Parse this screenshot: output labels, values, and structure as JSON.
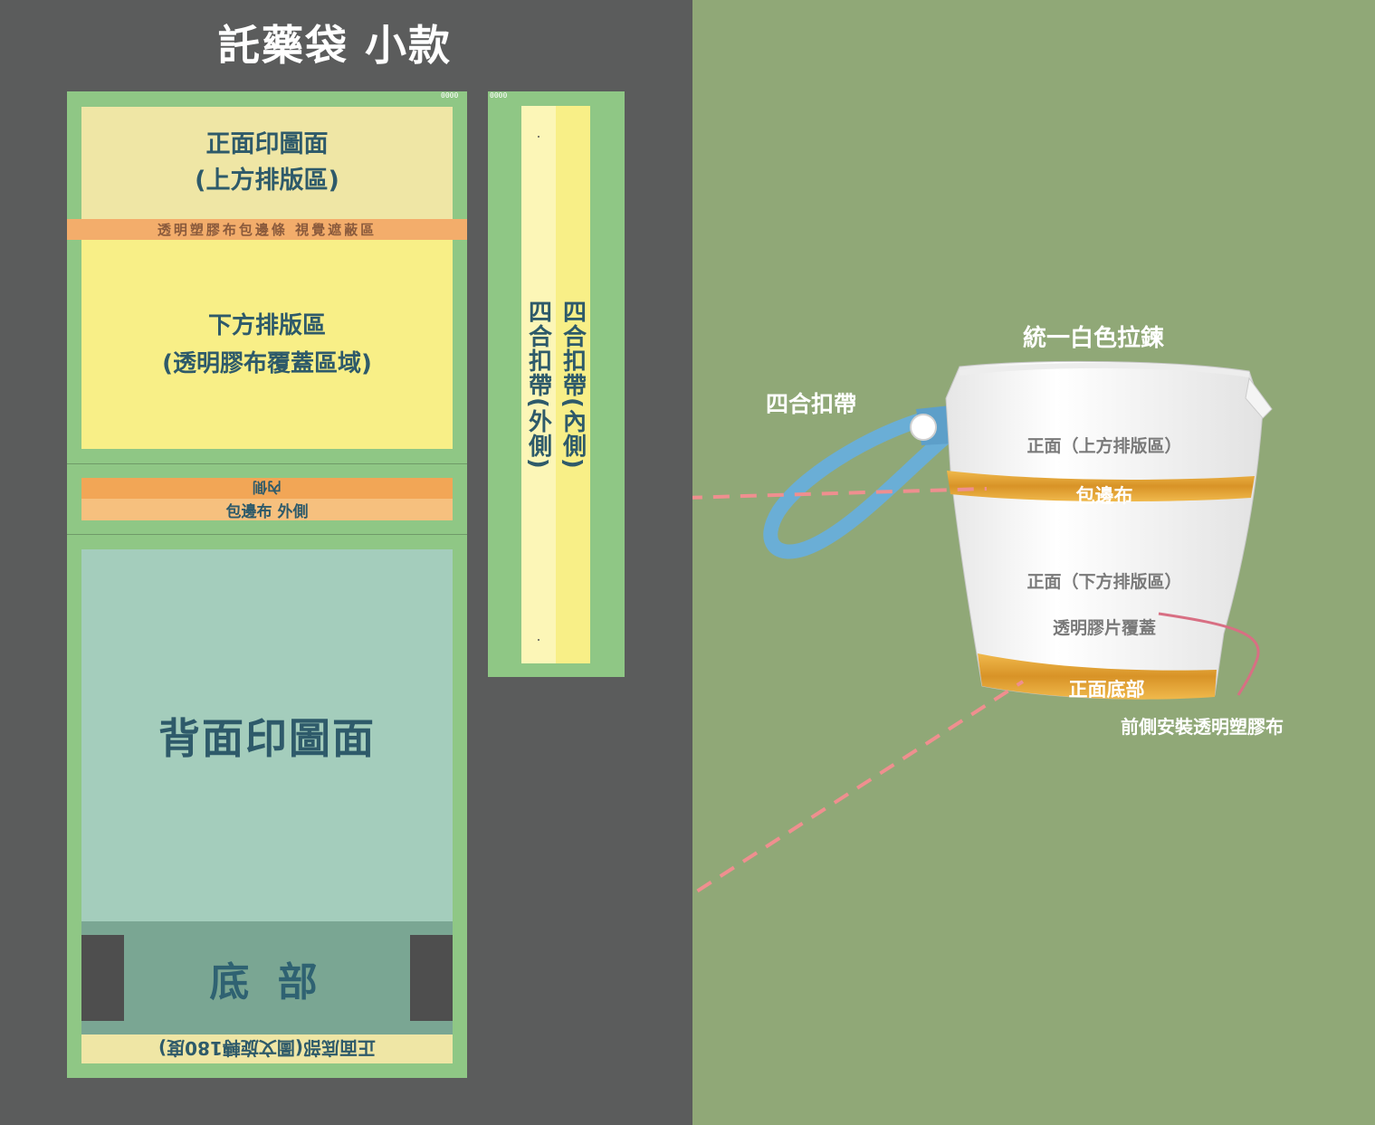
{
  "title": "託藥袋 小款",
  "main_panel": {
    "code_tag": "0000",
    "front_top": [
      "正面印圖面",
      "(上方排版區)"
    ],
    "binding_strip": "透明塑膠布包邊條 視覺遮蔽區",
    "front_bottom": [
      "下方排版區",
      "(透明膠布覆蓋區域)"
    ],
    "edge_inner": "內側",
    "edge_outer": "包邊布 外側",
    "back": "背面印圖面",
    "bottom": "底 部",
    "front_bottom_strip": "正面底部(圖文旋轉180度)"
  },
  "strap_panel": {
    "code_tag": "0000",
    "outer": "四合扣帶(外側)",
    "inner": "四合扣帶(內側)"
  },
  "bag_view": {
    "zipper_label": "統一白色拉鍊",
    "strap_label": "四合扣帶",
    "front_top": "正面（上方排版區）",
    "binding": "包邊布",
    "front_bottom": "正面（下方排版區）",
    "clear_cover": "透明膠片覆蓋",
    "front_base": "正面底部",
    "front_note": "前側安裝透明塑膠布"
  },
  "colors": {
    "left_bg": "#5b5c5c",
    "right_bg": "#90a877",
    "panel_green": "#8fc785",
    "front_top_fill": "#efe6a5",
    "orange": "#f3ad6b",
    "yellow": "#f8ef87",
    "back_fill": "#a4cdbc",
    "bottom_fill": "#7aa693",
    "connector": "#ef8f8f"
  }
}
